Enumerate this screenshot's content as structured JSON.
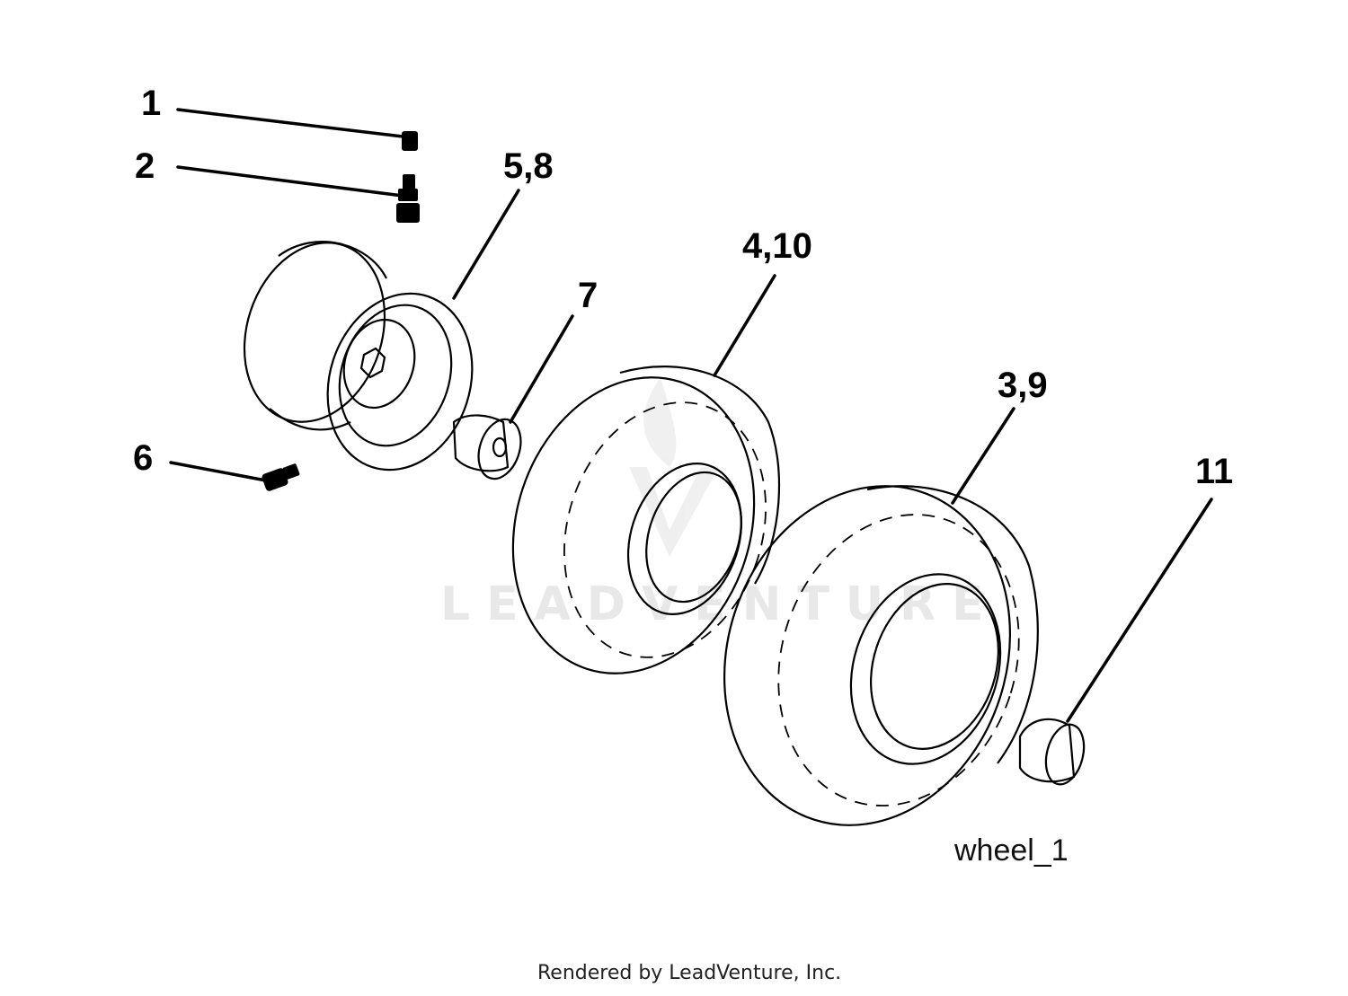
{
  "callouts": [
    {
      "id": "1",
      "label": "1"
    },
    {
      "id": "2",
      "label": "2"
    },
    {
      "id": "5-8",
      "label": "5,8"
    },
    {
      "id": "4-10",
      "label": "4,10"
    },
    {
      "id": "7",
      "label": "7"
    },
    {
      "id": "3-9",
      "label": "3,9"
    },
    {
      "id": "6",
      "label": "6"
    },
    {
      "id": "11",
      "label": "11"
    }
  ],
  "diagram_caption": "wheel_1",
  "footer_text": "Rendered by LeadVenture, Inc.",
  "watermark_text": "LEADVENTURE"
}
